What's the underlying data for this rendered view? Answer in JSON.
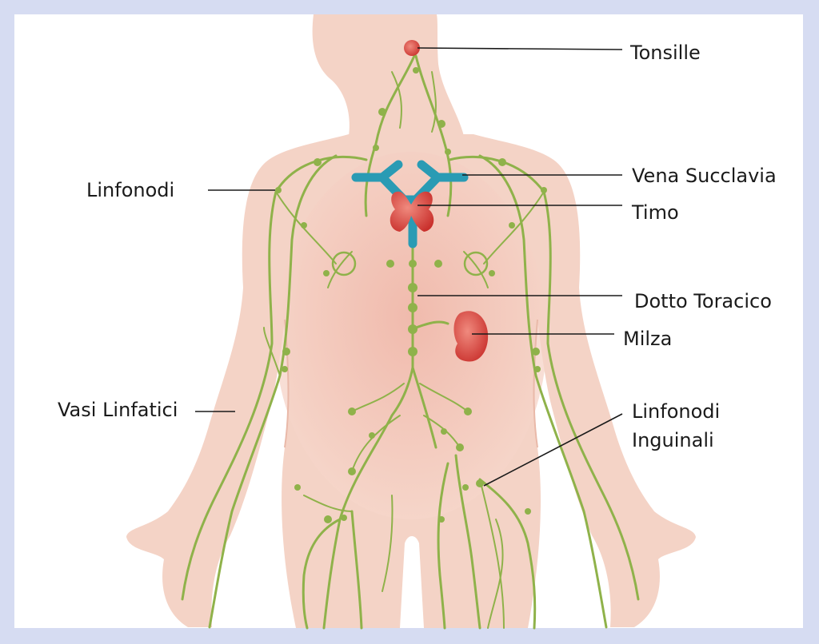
{
  "labels": {
    "tonsille": "Tonsille",
    "linfonodi": "Linfonodi",
    "vena_succlavia": "Vena Succlavia",
    "timo": "Timo",
    "dotto_toracico": "Dotto Toracico",
    "milza": "Milza",
    "vasi_linfatici": "Vasi Linfatici",
    "linfonodi_inguinali_line1": "Linfonodi",
    "linfonodi_inguinali_line2": "Inguinali"
  },
  "colors": {
    "frame_border": "#d6dcf2",
    "skin": "#f4d3c6",
    "lymph": "#8fb24a",
    "vein": "#2a9bb4",
    "organ": "#d9403c"
  }
}
